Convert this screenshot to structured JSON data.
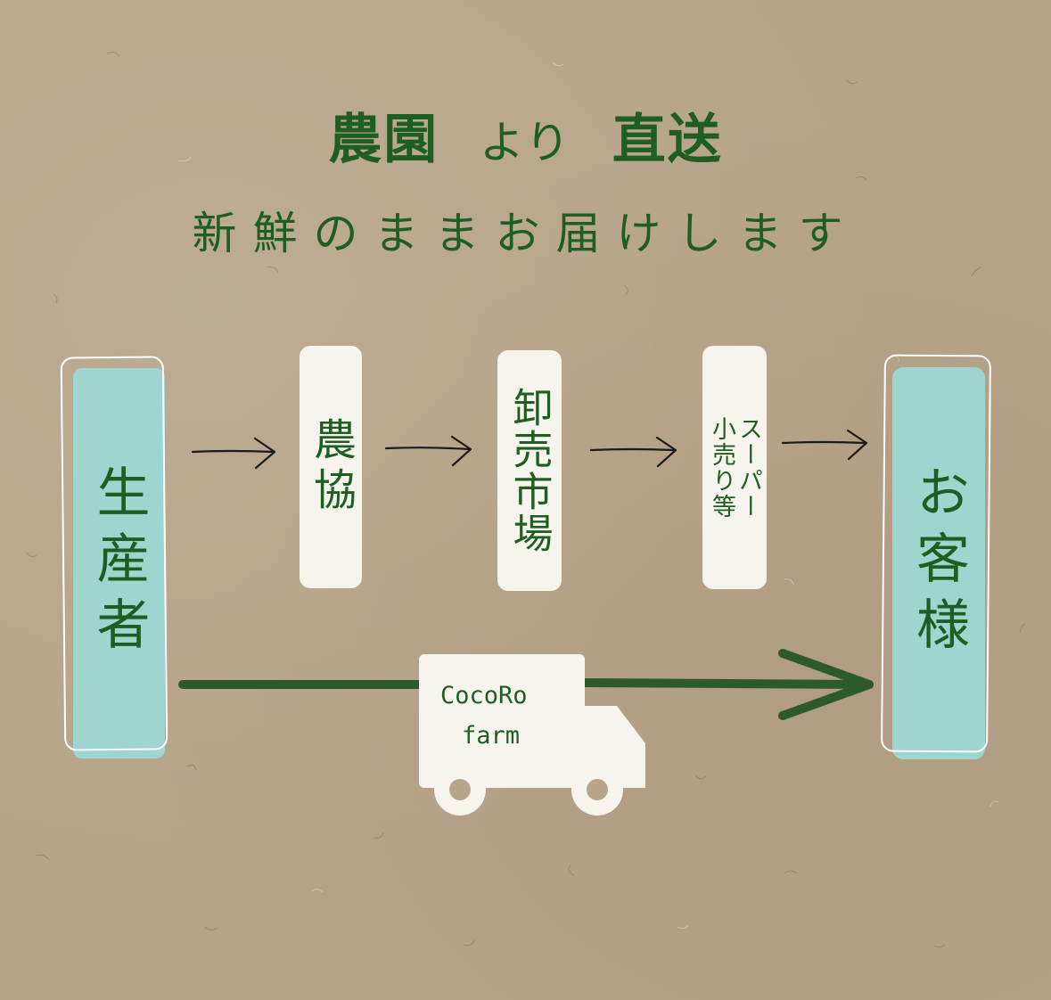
{
  "header": {
    "title_part1": "農園",
    "title_part2": "より",
    "title_part3": "直送",
    "subtitle": "新鮮のままお届けします"
  },
  "flow": {
    "producer": "生産者",
    "nodes": [
      {
        "lines": [
          "農協"
        ]
      },
      {
        "lines": [
          "卸売市場"
        ]
      },
      {
        "lines": [
          "スーパー",
          "小売り等"
        ]
      }
    ],
    "customer": "お客様"
  },
  "truck": {
    "brand_line1": "CocoRo",
    "brand_line2": "farm"
  },
  "colors": {
    "background": "#b7a48a",
    "text_green": "#1f5e22",
    "arrow_green": "#2c5a2d",
    "teal": "#9ed6cf",
    "cream": "#f6f4ec"
  }
}
